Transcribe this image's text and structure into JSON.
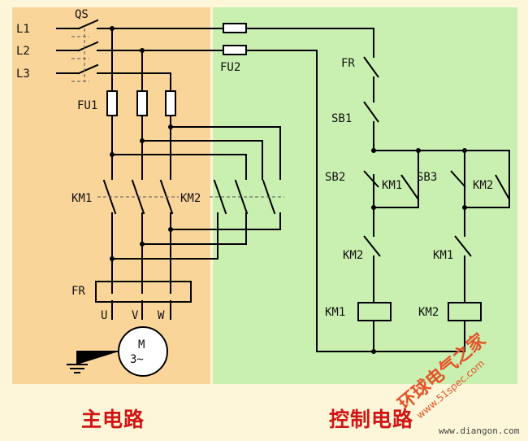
{
  "colors": {
    "main_bg": "#fad59a",
    "control_bg": "#c9f0b0",
    "wire": "#000000",
    "caption": "#d11414",
    "watermark": "#e4542a"
  },
  "sections": {
    "main": "主电路",
    "control": "控制电路"
  },
  "labels": {
    "L1": "L1",
    "L2": "L2",
    "L3": "L3",
    "QS": "QS",
    "FU1": "FU1",
    "FU2": "FU2",
    "FR": "FR",
    "KM1": "KM1",
    "KM2": "KM2",
    "U": "U",
    "V": "V",
    "W": "W",
    "motor_m": "M",
    "motor_3": "3~",
    "SB1": "SB1",
    "SB2": "SB2",
    "SB3": "SB3"
  },
  "watermark": {
    "brand": "环球电气之家",
    "url": "www.51spec.com",
    "site": "www.diangon.com"
  }
}
